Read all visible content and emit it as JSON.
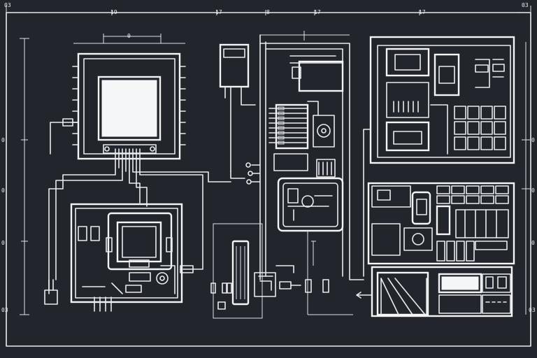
{
  "colors": {
    "background": "#22252c",
    "line": "#e9ecef",
    "screen": "#f5f6f8"
  },
  "dimension_labels": {
    "top_left_corner": "03",
    "top_right_corner": "03",
    "top_1": "19",
    "top_2": "17",
    "top_3": "8",
    "top_4": "17",
    "top_5": "17",
    "left_1": "0",
    "left_2": "0",
    "left_3": "0",
    "left_4": "03",
    "right_1": "0",
    "right_2": "0",
    "right_3": "0",
    "right_4": "03",
    "chip_top": "0"
  }
}
